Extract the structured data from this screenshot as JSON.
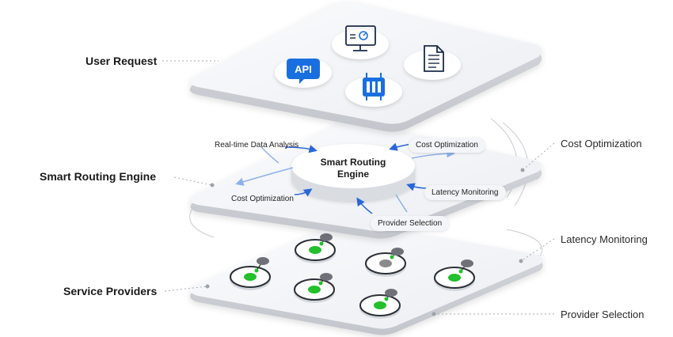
{
  "layers": {
    "user_request": "User Request",
    "routing_engine": "Smart Routing Engine",
    "service_providers": "Service Providers"
  },
  "side_labels": {
    "cost": "Cost Optimization",
    "latency": "Latency Monitoring",
    "provider": "Provider Selection"
  },
  "engine": {
    "line1": "Smart Routing",
    "line2": "Engine"
  },
  "pills": {
    "realtime": "Real-time Data Analysis",
    "cost_top": "Cost Optimization",
    "cost_left": "Cost Optimization",
    "latency": "Latency Monitoring",
    "provider": "Provider Selection"
  },
  "icons": {
    "api_text": "API",
    "api_color": "#1a6fe0",
    "chip_color": "#1a6fe0"
  },
  "colors": {
    "active_node": "#22c02a",
    "inactive_node": "#8a8a8a",
    "accent_blue": "#2a66d8"
  }
}
